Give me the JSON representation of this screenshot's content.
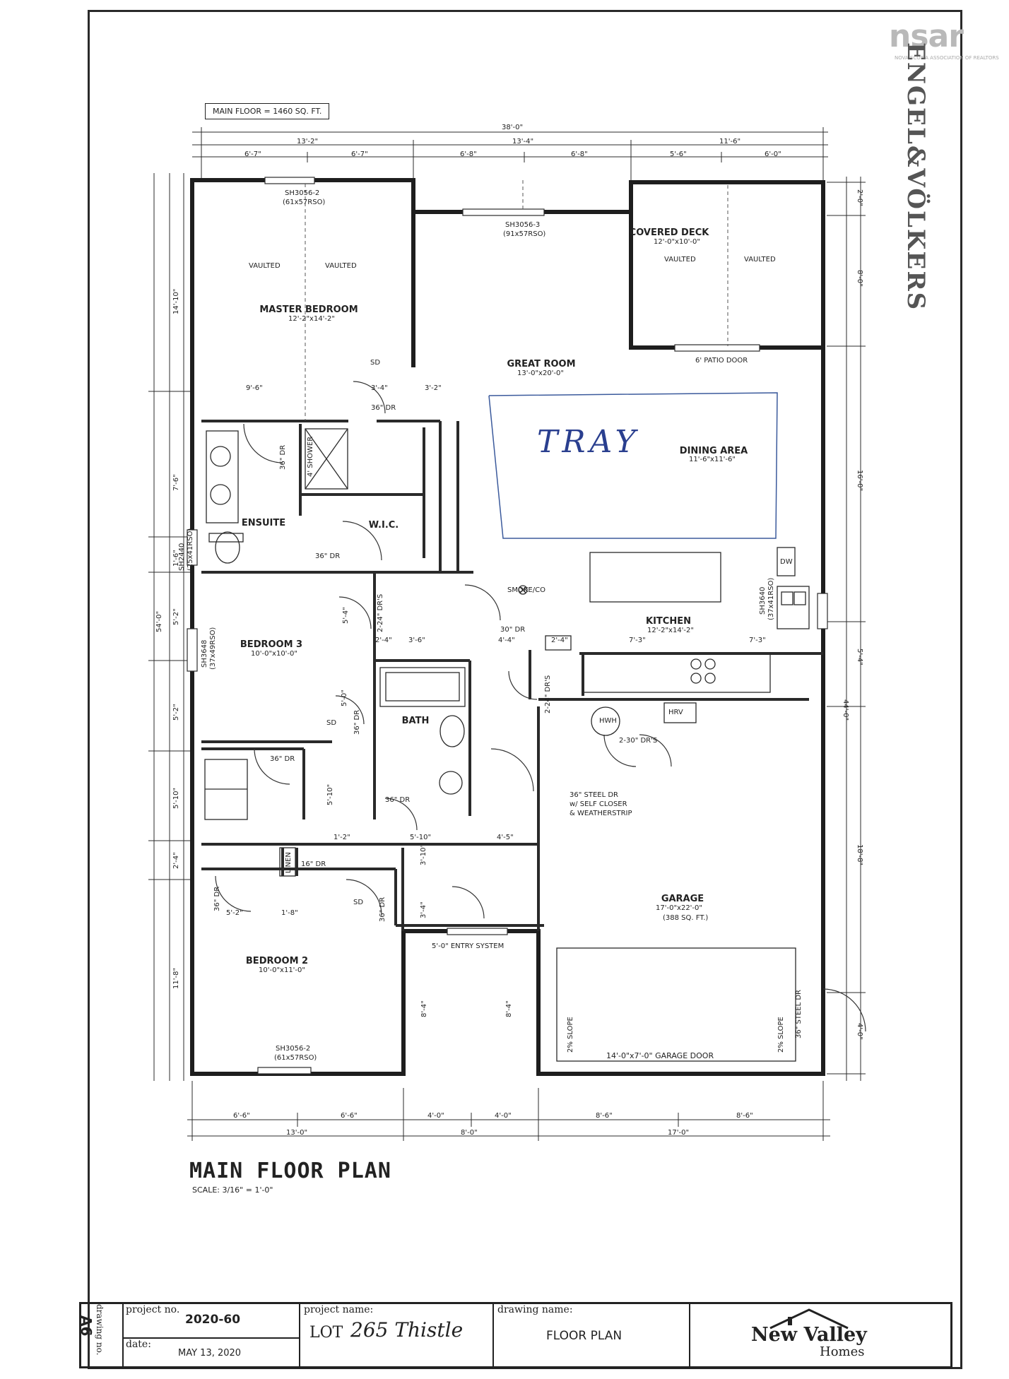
{
  "header": {
    "floor_area": "MAIN FLOOR = 1460 SQ. FT."
  },
  "watermark": {
    "mls": "nsar",
    "mls_sub": "NOVA SCOTIA ASSOCIATION OF REALTORS",
    "brokerage": "ENGEL&VÖLKERS"
  },
  "top_dims": {
    "overall": "38'-0\"",
    "a": "13'-2\"",
    "b": "13'-4\"",
    "c": "11'-6\"",
    "d1": "6'-7\"",
    "d2": "6'-7\"",
    "d3": "6'-8\"",
    "d4": "6'-8\"",
    "d5": "5'-6\"",
    "d6": "6'-0\""
  },
  "left_dims": {
    "a": "14'-10\"",
    "b": "7'-6\"",
    "c": "1'-6\"",
    "d": "5'-2\"",
    "overall": "54'-0\"",
    "e": "5'-2\"",
    "f": "5'-10\"",
    "g": "2'-4\"",
    "h": "11'-8\""
  },
  "right_dims": {
    "a": "2'-0\"",
    "b": "8'-0\"",
    "c": "16'-0\"",
    "d": "5'-4\"",
    "overall": "44'-0\"",
    "e": "18'-8\"",
    "f": "4'-0\""
  },
  "bottom_dims": {
    "a": "6'-6\"",
    "b": "6'-6\"",
    "c": "4'-0\"",
    "d": "4'-0\"",
    "e": "8'-6\"",
    "f": "8'-6\"",
    "g": "13'-0\"",
    "h": "8'-0\"",
    "i": "17'-0\""
  },
  "rooms": {
    "master": {
      "name": "MASTER BEDROOM",
      "size": "12'-2\"x14'-2\"",
      "window": "SH3056-2",
      "window_rso": "(61x57RSO)",
      "v1": "VAULTED",
      "v2": "VAULTED"
    },
    "great": {
      "name": "GREAT ROOM",
      "size": "13'-0\"x20'-0\"",
      "window": "SH3056-3",
      "window_rso": "(91x57RSO)"
    },
    "deck": {
      "name": "COVERED DECK",
      "size": "12'-0\"x10'-0\"",
      "v1": "VAULTED",
      "v2": "VAULTED",
      "patio": "6' PATIO DOOR"
    },
    "dining": {
      "name": "DINING AREA",
      "size": "11'-6\"x11'-6\"",
      "tray": "TRAY"
    },
    "kitchen": {
      "name": "KITCHEN",
      "size": "12'-2\"x14'-2\"",
      "d1": "7'-3\"",
      "d2": "7'-3\"",
      "dw": "DW",
      "window": "SH3640",
      "window_rso": "(37x41RSO)"
    },
    "ensuite": {
      "name": "ENSUITE",
      "shower": "4' SHOWER",
      "door": "36\" DR",
      "window": "SH2440",
      "window_rso": "(25x41RSO)"
    },
    "wic": {
      "name": "W.I.C.",
      "door": "36\" DR"
    },
    "bed3": {
      "name": "BEDROOM 3",
      "size": "10'-0\"x10'-0\"",
      "window": "SH3648",
      "window_rso": "(37x49RSO)"
    },
    "bath": {
      "name": "BATH",
      "door": "36\" DR"
    },
    "bed2": {
      "name": "BEDROOM 2",
      "size": "10'-0\"x11'-0\"",
      "window": "SH3056-2",
      "window_rso": "(61x57RSO)"
    },
    "garage": {
      "name": "GARAGE",
      "size": "17'-0\"x22'-0\"",
      "area": "(388 SQ. FT.)",
      "door": "14'-0\"x7'-0\" GARAGE DOOR",
      "slope1": "2% SLOPE",
      "slope2": "2% SLOPE",
      "side_dr": "36\" STEEL DR"
    },
    "entry": {
      "label": "5'-0\" ENTRY SYSTEM",
      "d1": "8'-4\"",
      "d2": "8'-4\""
    }
  },
  "notes": {
    "smoke": "SMOKE/CO",
    "sd": "SD",
    "hwh": "HWH",
    "hrv": "HRV",
    "linen": "LINEN",
    "dr36": "36\" DR",
    "dr30": "30\" DR",
    "dr16": "16\" DR",
    "dr224": "2-24\" DR'S",
    "dr230": "2-30\" DR'S",
    "steel": "36\" STEEL DR",
    "steel2": "w/ SELF CLOSER",
    "steel3": "& WEATHERSTRIP",
    "m1": "9'-6\"",
    "m2": "3'-4\"",
    "m3": "3'-2\"",
    "m4": "2'-4\"",
    "m5": "3'-6\"",
    "m6": "4'-4\"",
    "m7": "2'-4\"",
    "m8": "5'-10\"",
    "m9": "4'-5\"",
    "m10": "1'-2\"",
    "m11": "5'-2\"",
    "m12": "1'-8\"",
    "m13": "3'-10\"",
    "m14": "3'-4\"",
    "m15": "5'-4\"",
    "m16": "5'-0\"",
    "m17": "5'-10\""
  },
  "plan_title": {
    "title": "MAIN FLOOR PLAN",
    "scale": "SCALE: 3/16\" = 1'-0\""
  },
  "title_block": {
    "drawing_no_label": "drawing no.",
    "drawing_no": "A6",
    "project_no_label": "project no.",
    "project_no": "2020-60",
    "date_label": "date:",
    "date": "MAY 13, 2020",
    "project_name_label": "project name:",
    "project_name_prefix": "LOT",
    "project_name_hand": "265 Thistle",
    "drawing_name_label": "drawing name:",
    "drawing_name": "FLOOR PLAN",
    "company_1": "New Valley",
    "company_2": "Homes"
  }
}
